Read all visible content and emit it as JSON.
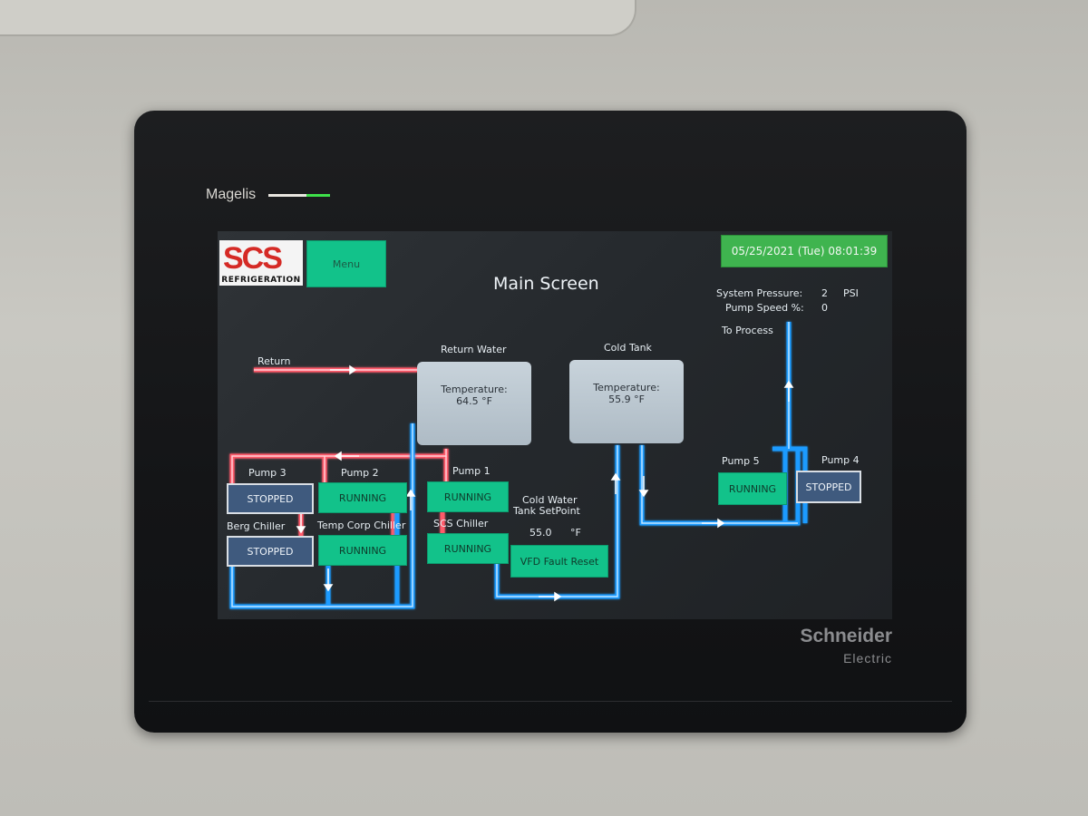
{
  "device": {
    "brand": "Magelis",
    "manufacturer": "Schneider",
    "manufacturer_sub": "Electric"
  },
  "header": {
    "logo_main": "SCS",
    "logo_sub": "REFRIGERATION",
    "menu_label": "Menu",
    "datetime": "05/25/2021 (Tue) 08:01:39",
    "title": "Main Screen"
  },
  "system": {
    "pressure_label": "System Pressure:",
    "pressure_value": "2",
    "pressure_unit": "PSI",
    "pump_speed_label": "Pump Speed %:",
    "pump_speed_value": "0",
    "to_process_label": "To Process",
    "return_label": "Return"
  },
  "tanks": {
    "return_water": {
      "label": "Return Water",
      "temp_label": "Temperature:",
      "value": "64.5",
      "unit": "°F"
    },
    "cold_tank": {
      "label": "Cold Tank",
      "temp_label": "Temperature:",
      "value": "55.9",
      "unit": "°F"
    }
  },
  "equipment": {
    "pump3": {
      "label": "Pump 3",
      "status": "STOPPED"
    },
    "pump2": {
      "label": "Pump 2",
      "status": "RUNNING"
    },
    "pump1": {
      "label": "Pump 1",
      "status": "RUNNING"
    },
    "berg_chiller": {
      "label": "Berg Chiller",
      "status": "STOPPED"
    },
    "temp_corp_chiller": {
      "label": "Temp Corp Chiller",
      "status": "RUNNING"
    },
    "scs_chiller": {
      "label": "SCS Chiller",
      "status": "RUNNING"
    },
    "pump5": {
      "label": "Pump 5",
      "status": "RUNNING"
    },
    "pump4": {
      "label": "Pump 4",
      "status": "STOPPED"
    }
  },
  "setpoint": {
    "label_line1": "Cold Water",
    "label_line2": "Tank SetPoint",
    "value": "55.0",
    "unit": "°F"
  },
  "vfd_reset_label": "VFD Fault Reset",
  "colors": {
    "running": "#12c28a",
    "stopped": "#3f5a7e",
    "supply_pipe": "#1e9bff",
    "return_pipe": "#ff5a6a",
    "datetime_bg": "#3fb44f"
  }
}
